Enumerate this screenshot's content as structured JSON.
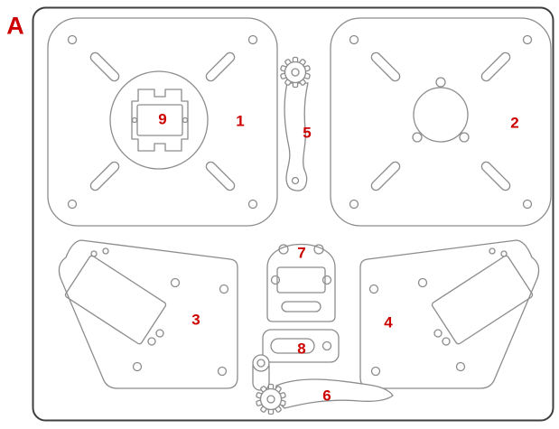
{
  "sheet": {
    "label": "A"
  },
  "part_labels": [
    {
      "part": "1",
      "text": "1"
    },
    {
      "part": "2",
      "text": "2"
    },
    {
      "part": "3",
      "text": "3"
    },
    {
      "part": "4",
      "text": "4"
    },
    {
      "part": "5",
      "text": "5"
    },
    {
      "part": "6",
      "text": "6"
    },
    {
      "part": "7",
      "text": "7"
    },
    {
      "part": "8",
      "text": "8"
    },
    {
      "part": "9",
      "text": "9"
    }
  ],
  "colors": {
    "label": "#cc0000",
    "outline": "#8c8c8c",
    "border": "#3f3f3f",
    "background": "#ffffff"
  }
}
